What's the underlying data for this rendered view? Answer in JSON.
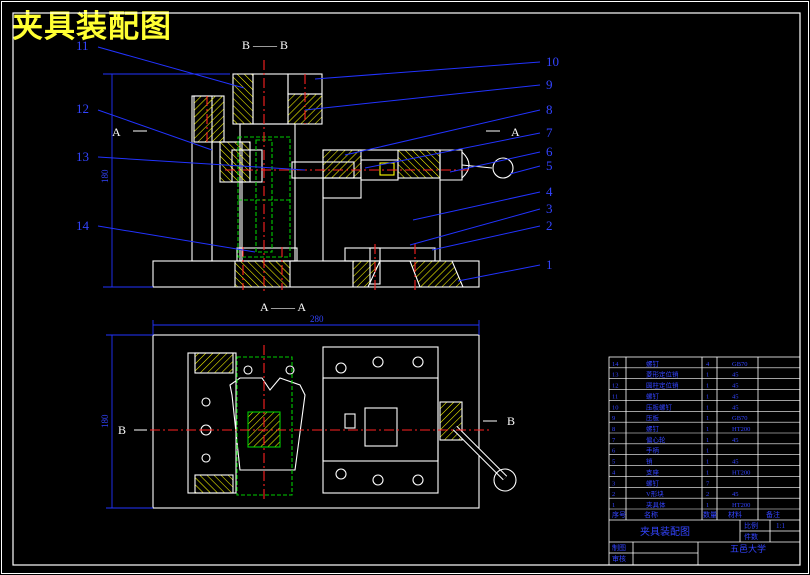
{
  "title": "夹具装配图",
  "colors": {
    "background": "#000000",
    "outline": "#ffffff",
    "leader": "#2233ff",
    "label": "#3344ff",
    "centerline": "#ff2222",
    "hidden": "#00cc00",
    "hatch": "#ffff00",
    "title_text": "#ffff33"
  },
  "views": {
    "section_bb": "B —— B",
    "section_aa": "A —— A",
    "cut_a_left": "A",
    "cut_a_right": "A",
    "cut_b_left": "B",
    "cut_b_right": "B"
  },
  "part_labels": [
    "1",
    "2",
    "3",
    "4",
    "5",
    "6",
    "7",
    "8",
    "9",
    "10",
    "11",
    "12",
    "13",
    "14"
  ],
  "dimensions": {
    "front_height": "180",
    "plan_width": "280",
    "plan_height": "180"
  },
  "title_block": {
    "drawing_name": "夹具装配图",
    "rows": [
      {
        "no": "14",
        "name": "螺钉",
        "qty": "4",
        "mat": "GB70"
      },
      {
        "no": "13",
        "name": "菱形定位销",
        "qty": "1",
        "mat": "45"
      },
      {
        "no": "12",
        "name": "圆柱定位销",
        "qty": "1",
        "mat": "45"
      },
      {
        "no": "11",
        "name": "螺钉",
        "qty": "1",
        "mat": "45"
      },
      {
        "no": "10",
        "name": "压板螺钉",
        "qty": "1",
        "mat": "45"
      },
      {
        "no": "9",
        "name": "压板",
        "qty": "1",
        "mat": "GB70"
      },
      {
        "no": "8",
        "name": "螺钉",
        "qty": "1",
        "mat": "HT200"
      },
      {
        "no": "7",
        "name": "偏心轮",
        "qty": "1",
        "mat": "45"
      },
      {
        "no": "6",
        "name": "手柄",
        "qty": "1",
        "mat": ""
      },
      {
        "no": "5",
        "name": "销",
        "qty": "1",
        "mat": "45"
      },
      {
        "no": "4",
        "name": "支座",
        "qty": "1",
        "mat": "HT200"
      },
      {
        "no": "3",
        "name": "螺钉",
        "qty": "7",
        "mat": ""
      },
      {
        "no": "2",
        "name": "V形块",
        "qty": "2",
        "mat": "45"
      },
      {
        "no": "1",
        "name": "夹具体",
        "qty": "1",
        "mat": "HT200"
      }
    ],
    "header": {
      "no": "序号",
      "name": "名称",
      "qty": "数量",
      "mat": "材料",
      "note": "备注"
    },
    "scale_label": "比例",
    "scale_value": "1:1",
    "sheet_label": "件数",
    "drawn_label": "制图",
    "checked_label": "审核",
    "school": "五邑大学"
  }
}
